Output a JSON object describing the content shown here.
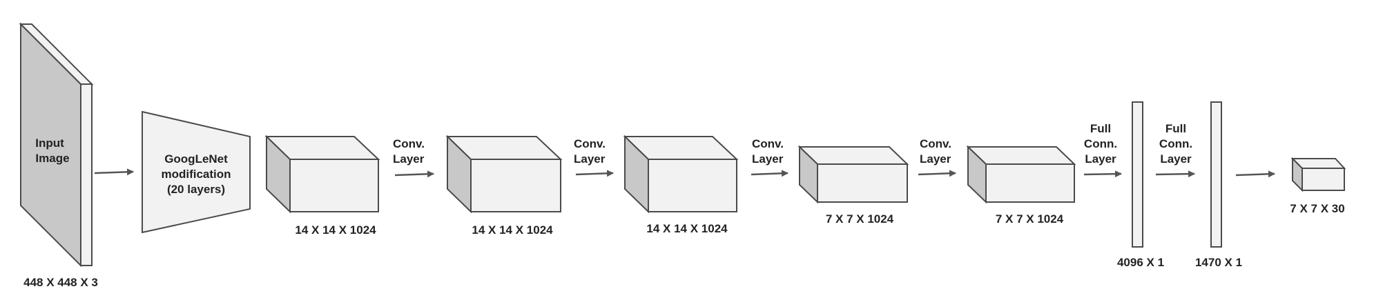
{
  "colors": {
    "face_front": "#f2f2f2",
    "face_side": "#c8c8c8",
    "face_top": "#f2f2f2",
    "edge": "#4a4a4a",
    "arrow": "#555555",
    "text": "#222222"
  },
  "input": {
    "label_line1": "Input",
    "label_line2": "Image",
    "dims": "448 X 448 X 3"
  },
  "googlenet": {
    "line1": "GoogLeNet",
    "line2": "modification",
    "line3": "(20 layers)"
  },
  "blocks": [
    {
      "dims": "14 X 14 X 1024"
    },
    {
      "dims": "14 X 14 X 1024"
    },
    {
      "dims": "14 X 14 X 1024"
    },
    {
      "dims": "7 X 7 X 1024"
    },
    {
      "dims": "7 X 7 X 1024"
    }
  ],
  "conv_labels": [
    {
      "line1": "Conv.",
      "line2": "Layer"
    },
    {
      "line1": "Conv.",
      "line2": "Layer"
    },
    {
      "line1": "Conv.",
      "line2": "Layer"
    },
    {
      "line1": "Conv.",
      "line2": "Layer"
    }
  ],
  "fc_labels": [
    {
      "line1": "Full",
      "line2": "Conn.",
      "line3": "Layer"
    },
    {
      "line1": "Full",
      "line2": "Conn.",
      "line3": "Layer"
    }
  ],
  "fc_dims": [
    "4096 X 1",
    "1470 X 1"
  ],
  "output": {
    "dims": "7 X 7 X 30"
  }
}
